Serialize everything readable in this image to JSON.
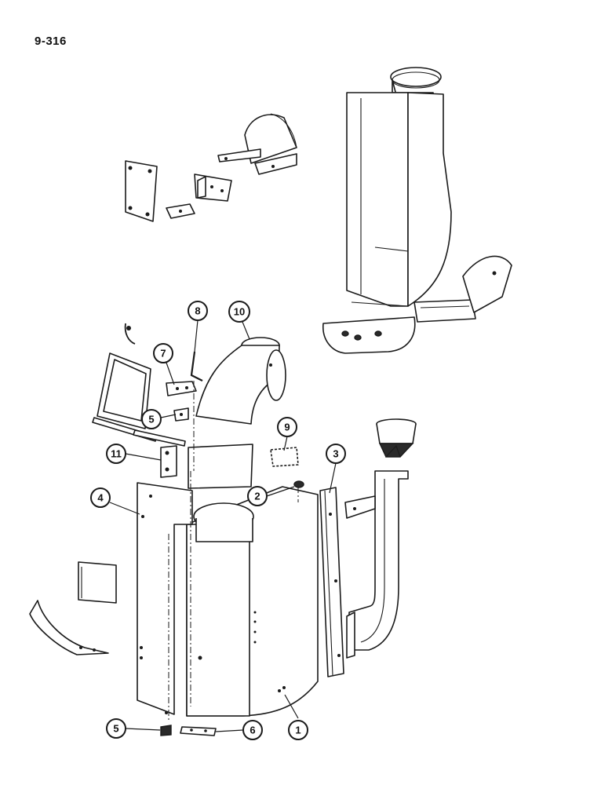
{
  "page_id": "9-316",
  "callouts": [
    {
      "id": "c1",
      "label": "1"
    },
    {
      "id": "c2",
      "label": "2"
    },
    {
      "id": "c3",
      "label": "3"
    },
    {
      "id": "c4",
      "label": "4"
    },
    {
      "id": "c5a",
      "label": "5"
    },
    {
      "id": "c5b",
      "label": "5"
    },
    {
      "id": "c6",
      "label": "6"
    },
    {
      "id": "c7",
      "label": "7"
    },
    {
      "id": "c8",
      "label": "8"
    },
    {
      "id": "c9",
      "label": "9"
    },
    {
      "id": "c10",
      "label": "10"
    },
    {
      "id": "c11",
      "label": "11"
    }
  ]
}
